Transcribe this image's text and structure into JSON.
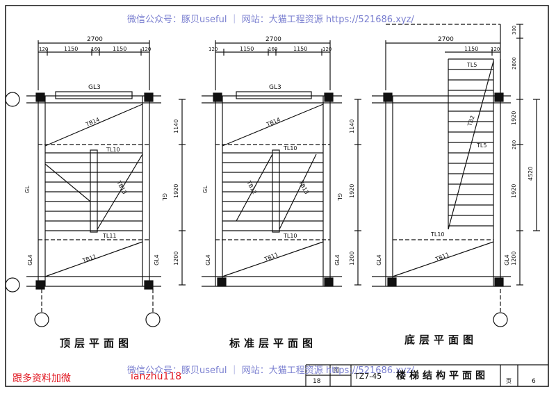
{
  "watermark": {
    "top": "微信公众号：豚贝useful ｜ 网站：大猫工程资源 https://521686.xyz/",
    "bottom": "微信公众号：豚贝useful ｜ 网站：大猫工程资源 https://521686.xyz/"
  },
  "promo": {
    "text": "跟多资料加微",
    "account": "ianzhu118"
  },
  "titles": {
    "top_floor": "顶层平面图",
    "standard_floor": "标准层平面图",
    "ground_floor": "底层平面图"
  },
  "title_block": {
    "code": "TZ7-45",
    "title": "楼梯结构平面图",
    "sheet_no": "18",
    "map_label": "图",
    "page_label": "页",
    "page_no": "6"
  },
  "labels": {
    "gl3": "GL3",
    "gl4": "GL4",
    "gl": "GL",
    "tb14": "TB14",
    "tb13": "TB13",
    "tb12": "TB12",
    "tb11": "TB11",
    "tl10": "TL10",
    "tl11": "TL11",
    "tl5": "TL5",
    "tb2": "TB2"
  },
  "dims": {
    "total_width": "2700",
    "seg_1150": "1150",
    "seg_160": "160",
    "seg_120": "120",
    "top_seg": "300",
    "top_seg2": "2800",
    "v_1140": "1140",
    "v_1920": "1920",
    "v_1200": "1200",
    "v_1920b": "1920",
    "v_280": "280",
    "v_total": "4520"
  }
}
